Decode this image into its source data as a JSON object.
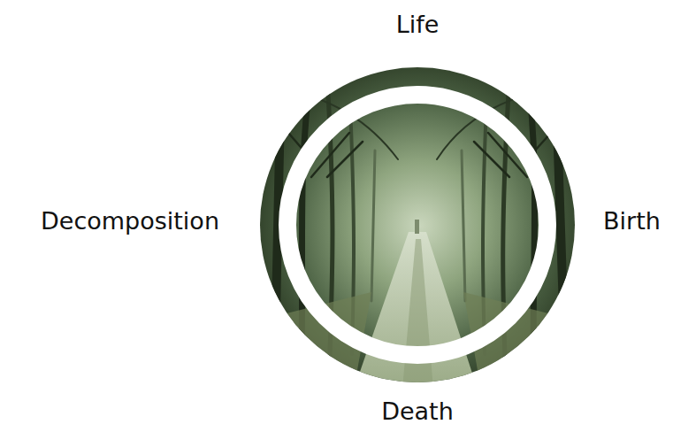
{
  "diagram": {
    "labels": [
      "Life",
      "Birth",
      "Death",
      "Decomposition"
    ]
  }
}
